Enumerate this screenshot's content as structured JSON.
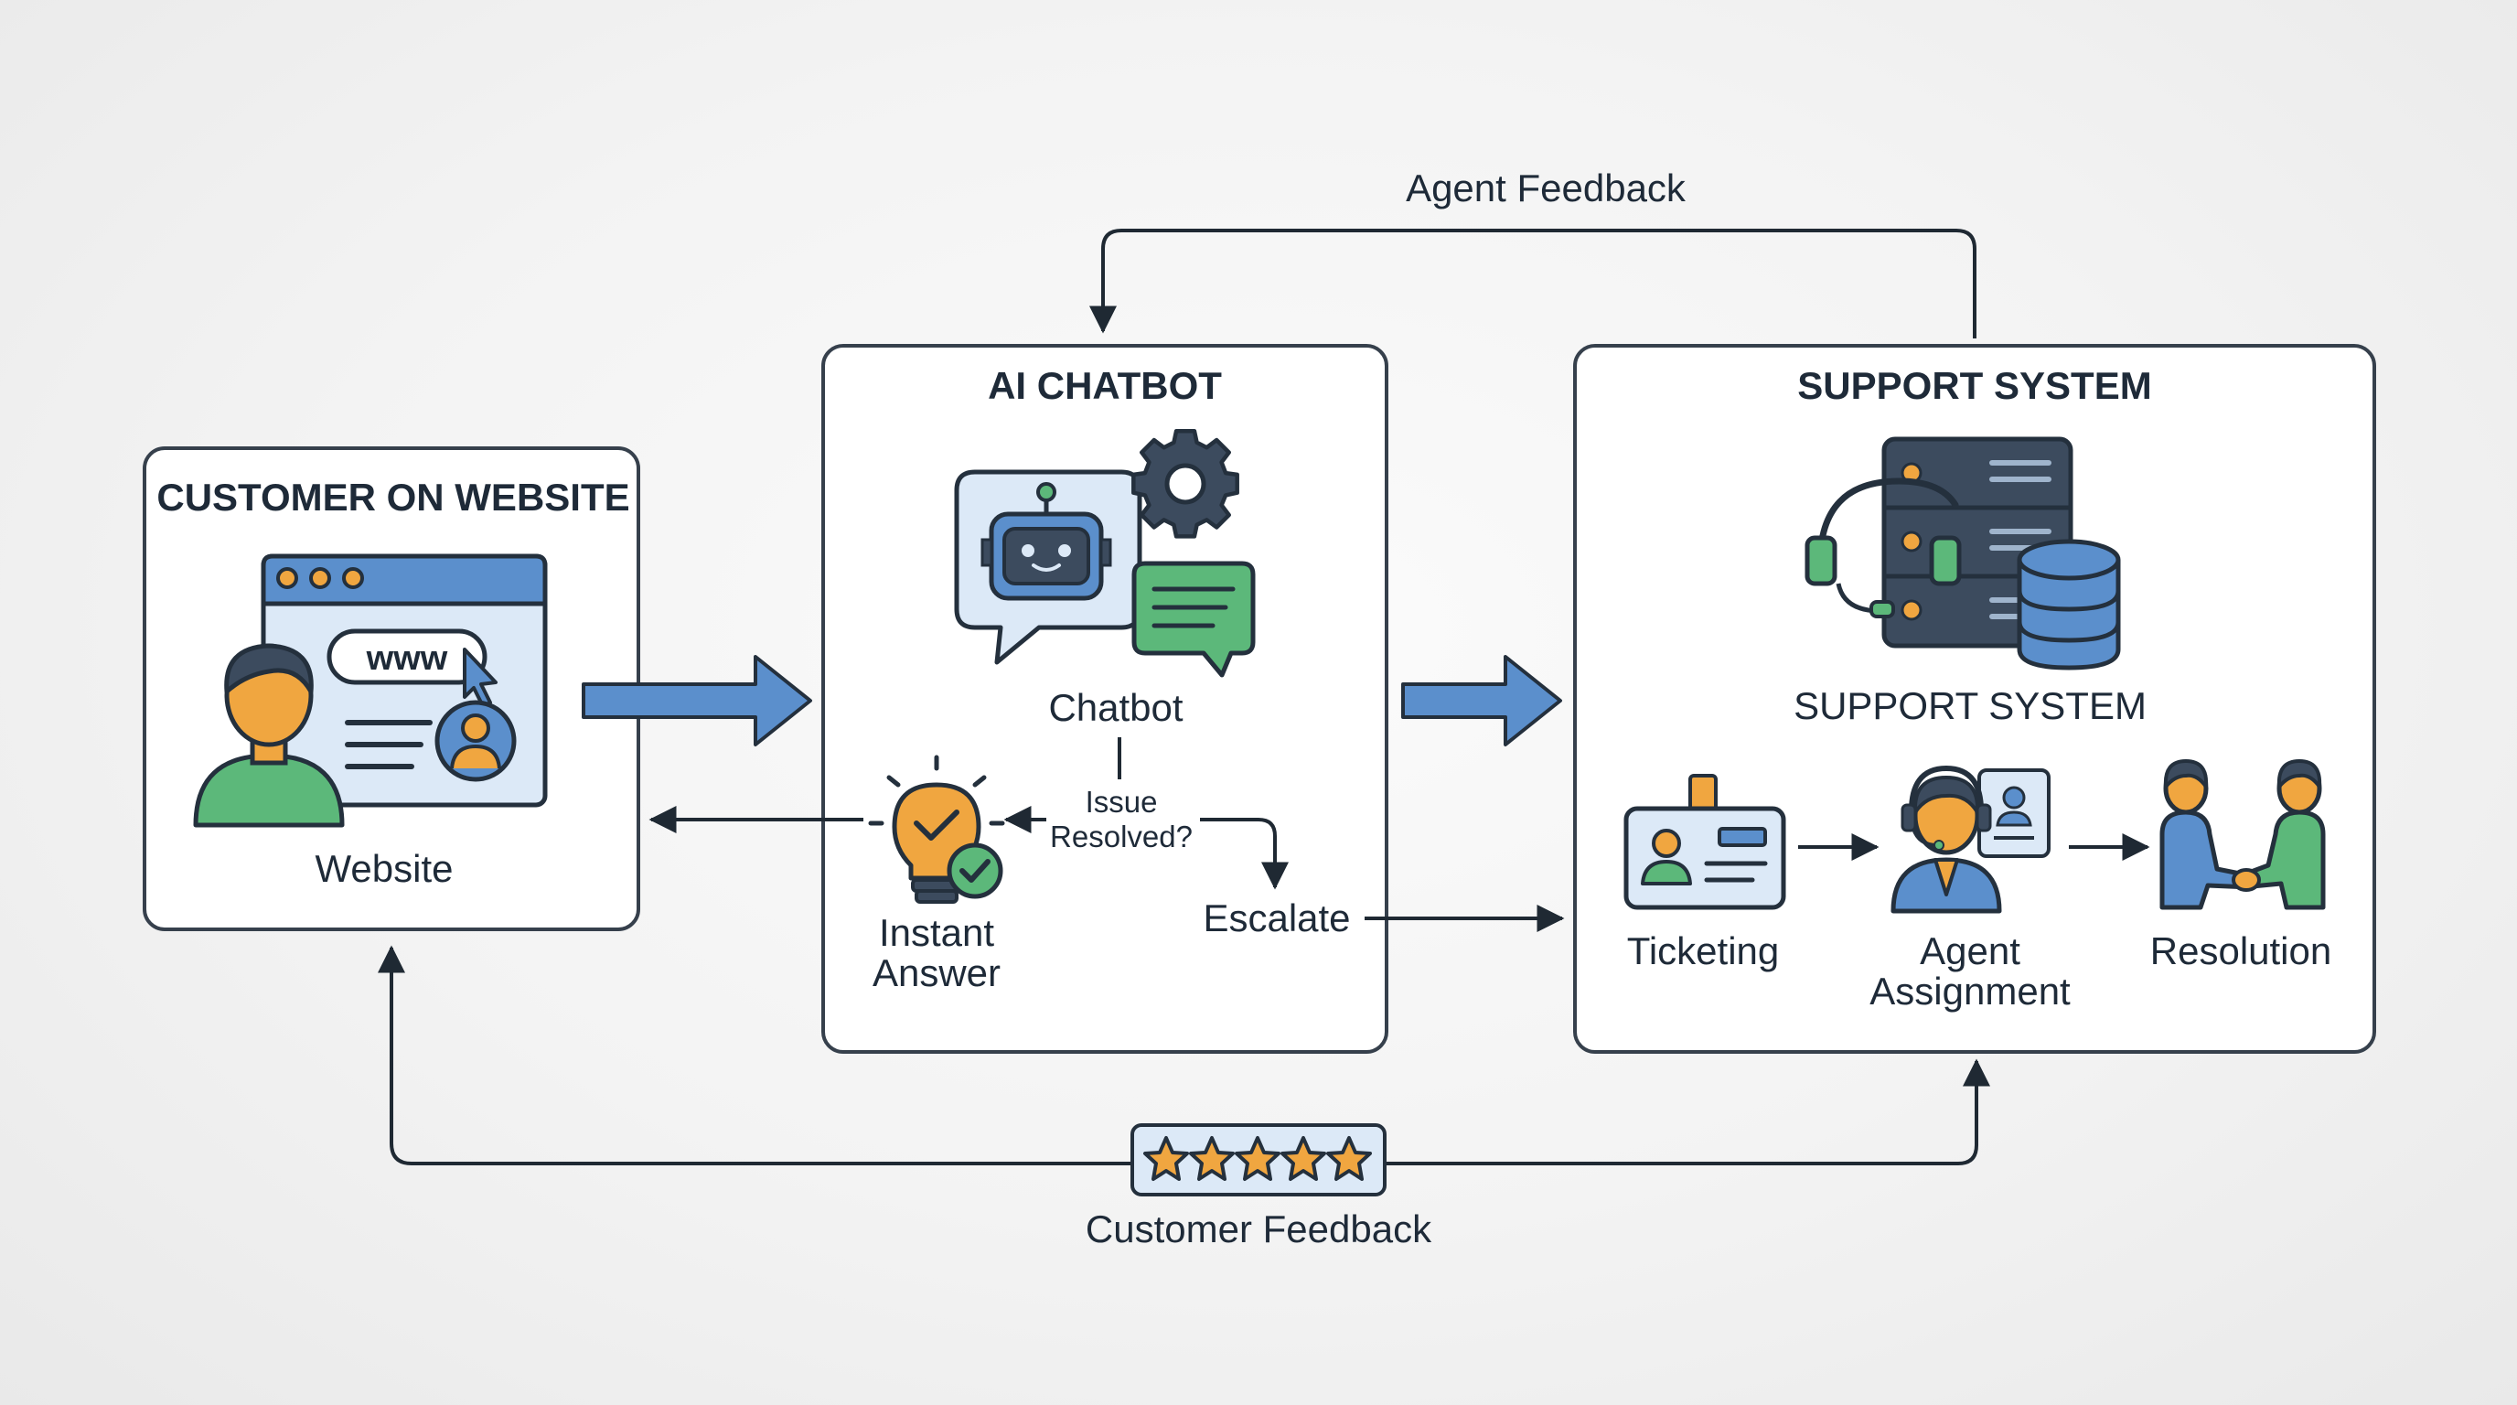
{
  "diagram": {
    "feedback_top": "Agent Feedback",
    "feedback_bottom": "Customer Feedback",
    "customer": {
      "title": "CUSTOMER ON WEBSITE",
      "url_text": "www",
      "label": "Website"
    },
    "chatbot": {
      "title": "AI CHATBOT",
      "label": "Chatbot",
      "decision_line1": "Issue",
      "decision_line2": "Resolved?",
      "instant_line1": "Instant",
      "instant_line2": "Answer",
      "escalate": "Escalate"
    },
    "support": {
      "title": "SUPPORT SYSTEM",
      "label": "SUPPORT SYSTEM",
      "steps": [
        "Ticketing",
        "Agent",
        "Assignment",
        "Resolution"
      ]
    },
    "rating": {
      "stars": 5,
      "max": 5
    }
  },
  "colors": {
    "blue": "#5b8fcc",
    "light_blue": "#dce9f7",
    "green": "#5cb87a",
    "orange": "#f0a640",
    "navy": "#3c4b5e",
    "outline": "#24303d"
  }
}
